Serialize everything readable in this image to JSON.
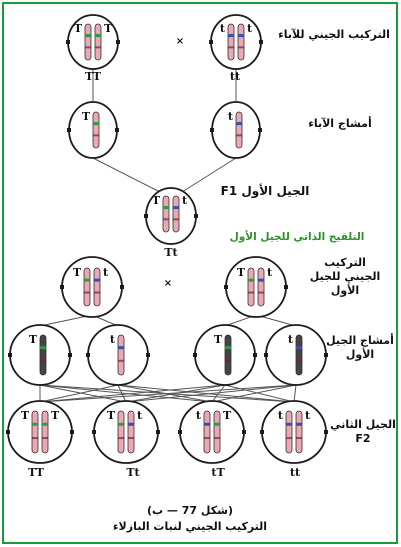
{
  "labels": {
    "parents_genotype": "التركيب الجيني للآباء",
    "parents_gametes": "أمشاج الآباء",
    "f1": "الجيل الأول F1",
    "self_pollination": "التلقيح الذاتي للجيل الأول",
    "f1_genotype_l1": "التركيب",
    "f1_genotype_l2": "الجيني للجيل",
    "f1_genotype_l3": "الأول",
    "f1_gametes_l1": "أمشاج الجيل",
    "f1_gametes_l2": "الأول",
    "f2_l1": "الجيل الثاني",
    "f2_l2": "F2",
    "cross": "×",
    "caption_fig": "(شكل 77 — ب)",
    "caption_title": "التركيب الجيني لنبات البازلاء"
  },
  "genotypes": {
    "parent_left": "TT",
    "parent_right": "tt",
    "f1": "Tt",
    "f2": [
      "TT",
      "Tt",
      "tT",
      "tt"
    ]
  },
  "alleles": {
    "dominant": "T",
    "recessive": "t"
  },
  "colors": {
    "border": "#1a9a3a",
    "chrom_pink": "#e7a9b4",
    "chrom_dark": "#444448",
    "line": "#555555",
    "band_green": "#2e9b3f",
    "band_blue": "#3a4fb0",
    "band_dark_red": "#7a1f2b",
    "label_green": "#2f8f2f"
  }
}
